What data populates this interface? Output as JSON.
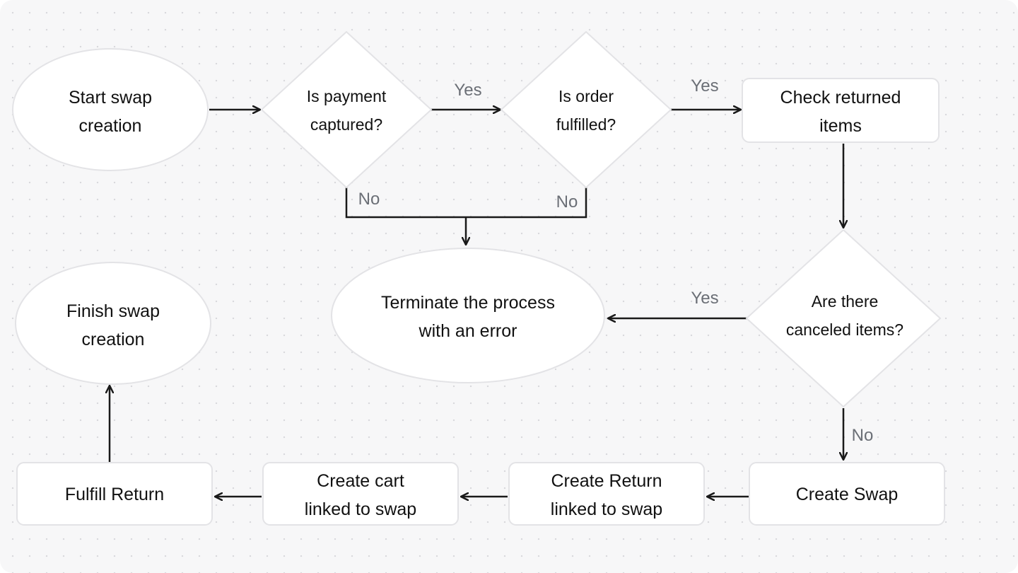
{
  "nodes": {
    "start": {
      "line1": "Start swap",
      "line2": "creation"
    },
    "payment": {
      "line1": "Is payment",
      "line2": "captured?"
    },
    "fulfilled": {
      "line1": "Is order",
      "line2": "fulfilled?"
    },
    "check_items": {
      "line1": "Check returned",
      "line2": "items"
    },
    "canceled": {
      "line1": "Are there",
      "line2": "canceled items?"
    },
    "terminate": {
      "line1": "Terminate the process",
      "line2": "with an error"
    },
    "finish": {
      "line1": "Finish swap",
      "line2": "creation"
    },
    "create_swap": {
      "label": "Create Swap"
    },
    "create_return": {
      "line1": "Create Return",
      "line2": "linked to swap"
    },
    "create_cart": {
      "line1": "Create cart",
      "line2": "linked to swap"
    },
    "fulfill_return": {
      "label": "Fulfill Return"
    }
  },
  "edge_labels": {
    "payment_yes": "Yes",
    "fulfilled_yes": "Yes",
    "payment_no": "No",
    "fulfilled_no": "No",
    "canceled_yes": "Yes",
    "canceled_no": "No"
  },
  "colors": {
    "node_fill": "#ffffff",
    "node_border": "#e3e3e6",
    "edge": "#1a1a1a",
    "label": "#6b6f76",
    "background": "#f7f7f8"
  }
}
